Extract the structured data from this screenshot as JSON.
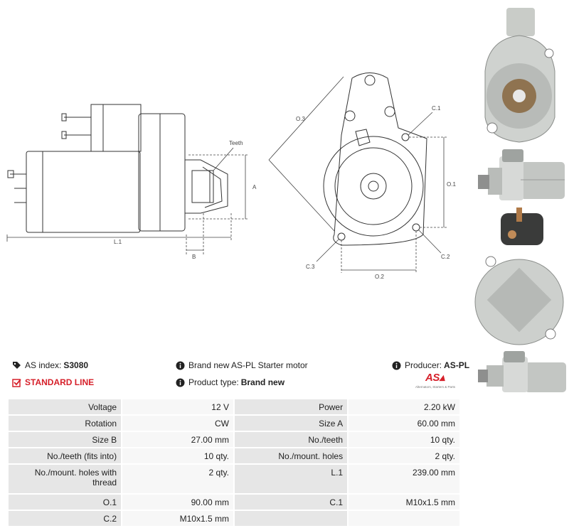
{
  "drawing_labels": {
    "teeth": "Teeth",
    "a": "A",
    "b": "B",
    "l1": "L.1",
    "o1": "O.1",
    "o2": "O.2",
    "o3": "O.3",
    "c1": "C.1",
    "c2": "C.2",
    "c3": "C.3"
  },
  "info": {
    "as_index_label": "AS index:",
    "as_index_value": "S3080",
    "standard_line": "STANDARD LINE",
    "description": "Brand new AS-PL Starter motor",
    "product_type_label": "Product type:",
    "product_type_value": "Brand new",
    "producer_label": "Producer:",
    "producer_value": "AS-PL",
    "logo_text": "AS",
    "logo_tagline": "Alternators, Starters & Parts"
  },
  "specs": [
    {
      "l1": "Voltage",
      "v1": "12 V",
      "l2": "Power",
      "v2": "2.20 kW"
    },
    {
      "l1": "Rotation",
      "v1": "CW",
      "l2": "Size A",
      "v2": "60.00 mm"
    },
    {
      "l1": "Size B",
      "v1": "27.00 mm",
      "l2": "No./teeth",
      "v2": "10 qty."
    },
    {
      "l1": "No./teeth (fits into)",
      "v1": "10 qty.",
      "l2": "No./mount. holes",
      "v2": "2 qty."
    },
    {
      "l1": "No./mount. holes with thread",
      "v1": "2 qty.",
      "l2": "L.1",
      "v2": "239.00 mm"
    },
    {
      "l1": "O.1",
      "v1": "90.00 mm",
      "l2": "C.1",
      "v2": "M10x1.5 mm"
    },
    {
      "l1": "C.2",
      "v1": "M10x1.5 mm",
      "l2": "",
      "v2": ""
    }
  ]
}
